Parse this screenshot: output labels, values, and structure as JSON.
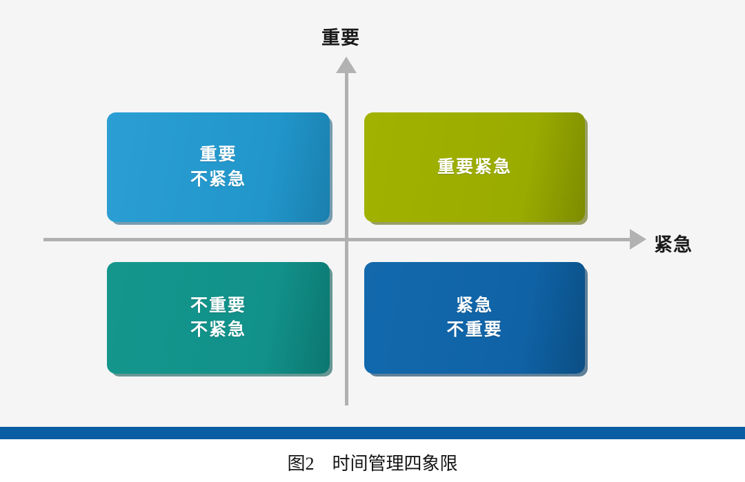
{
  "figure": {
    "background_color": "#f5f5f5",
    "page_background": "#ffffff",
    "axes": {
      "vertical_label": "重要",
      "horizontal_label": "紧急",
      "axis_color": "#b0b0b0",
      "arrow_color": "#b2b2b2"
    },
    "quadrants": [
      {
        "id": "important-not-urgent",
        "position": "top-left",
        "lines": [
          "重要",
          "不紧急"
        ],
        "color": "#2196ca"
      },
      {
        "id": "important-urgent",
        "position": "top-right",
        "lines": [
          "重要紧急"
        ],
        "color": "#9aab00"
      },
      {
        "id": "not-important-not-urgent",
        "position": "bottom-left",
        "lines": [
          "不重要",
          "不紧急"
        ],
        "color": "#119189"
      },
      {
        "id": "urgent-not-important",
        "position": "bottom-right",
        "lines": [
          "紧急",
          "不重要"
        ],
        "color": "#0f62a5"
      }
    ],
    "divider": {
      "color": "#0a5da3"
    },
    "caption": "图2　时间管理四象限"
  }
}
